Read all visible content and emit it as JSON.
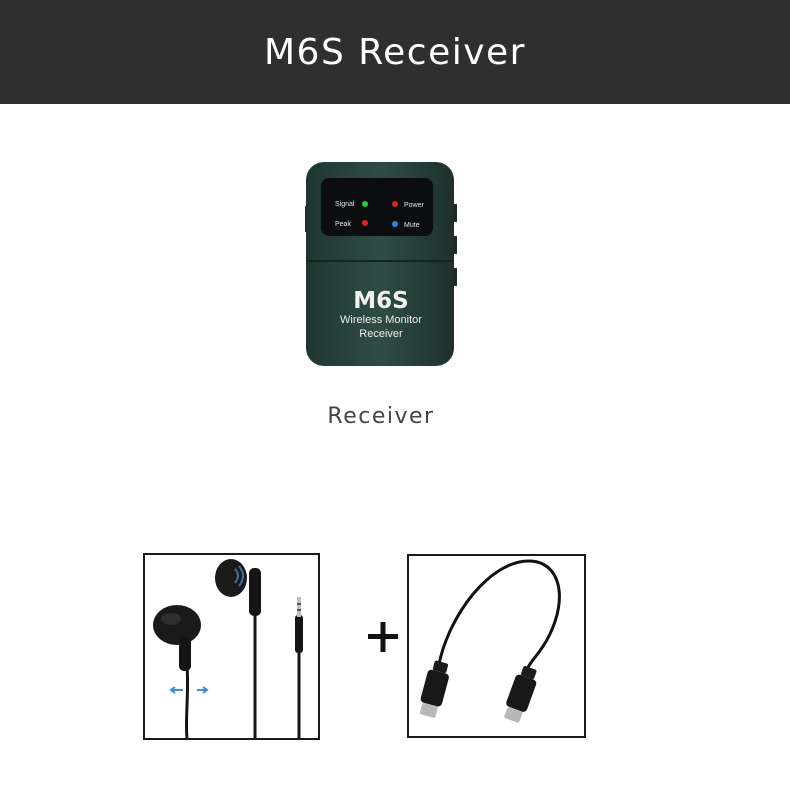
{
  "header": {
    "title": "M6S Receiver"
  },
  "device": {
    "indicators": {
      "signal": "Signal",
      "power": "Power",
      "peak": "Peak",
      "mute": "Mute"
    },
    "model": "M6S",
    "line1": "Wireless Monitor",
    "line2": "Receiver"
  },
  "caption": "Receiver",
  "colors": {
    "header_bg": "#2f2f2f",
    "device_body": "#2b4740",
    "led_signal": "#22cc44",
    "led_power": "#e02020",
    "led_peak": "#e02020",
    "led_mute": "#1e8fe8"
  },
  "accessories": {
    "left": "earphones",
    "separator": "plus-icon",
    "right": "usb-c-to-usb-c-cable"
  }
}
